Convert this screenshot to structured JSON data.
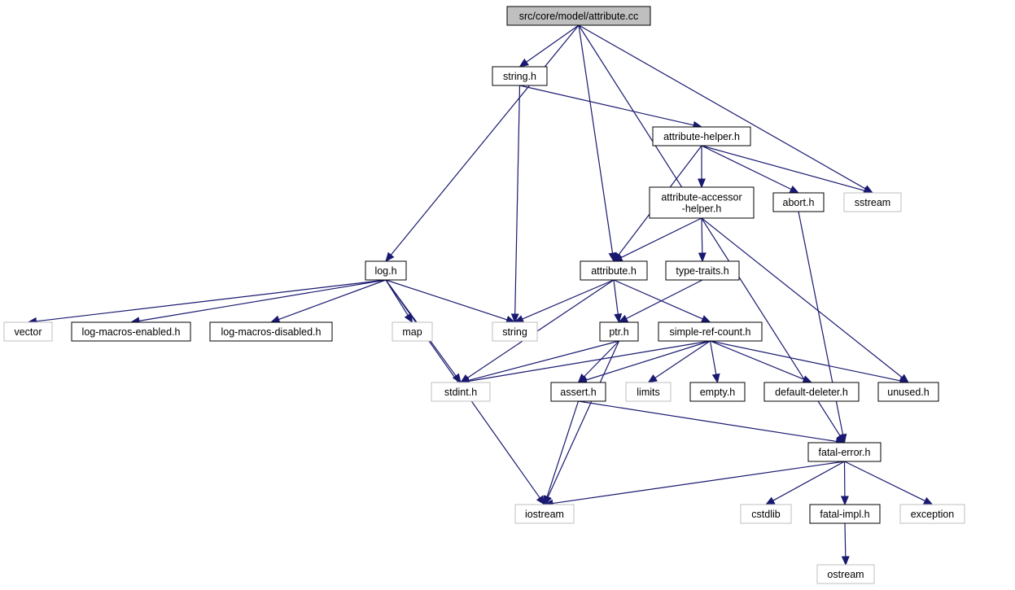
{
  "nodes": {
    "attribute_cc": {
      "label": "src/core/model/attribute.cc",
      "kind": "root"
    },
    "string_h": {
      "label": "string.h",
      "kind": "documented"
    },
    "attribute_helper_h": {
      "label": "attribute-helper.h",
      "kind": "documented"
    },
    "attribute_accessor_helper_h": {
      "label": "attribute-accessor\n-helper.h",
      "kind": "documented"
    },
    "abort_h": {
      "label": "abort.h",
      "kind": "documented"
    },
    "sstream": {
      "label": "sstream",
      "kind": "external"
    },
    "log_h": {
      "label": "log.h",
      "kind": "documented"
    },
    "attribute_h": {
      "label": "attribute.h",
      "kind": "documented"
    },
    "type_traits_h": {
      "label": "type-traits.h",
      "kind": "documented"
    },
    "vector": {
      "label": "vector",
      "kind": "external"
    },
    "log_macros_enabled_h": {
      "label": "log-macros-enabled.h",
      "kind": "documented"
    },
    "log_macros_disabled_h": {
      "label": "log-macros-disabled.h",
      "kind": "documented"
    },
    "map": {
      "label": "map",
      "kind": "external"
    },
    "string": {
      "label": "string",
      "kind": "external"
    },
    "ptr_h": {
      "label": "ptr.h",
      "kind": "documented"
    },
    "simple_ref_count_h": {
      "label": "simple-ref-count.h",
      "kind": "documented"
    },
    "stdint_h": {
      "label": "stdint.h",
      "kind": "external"
    },
    "assert_h": {
      "label": "assert.h",
      "kind": "documented"
    },
    "limits": {
      "label": "limits",
      "kind": "external"
    },
    "empty_h": {
      "label": "empty.h",
      "kind": "documented"
    },
    "default_deleter_h": {
      "label": "default-deleter.h",
      "kind": "documented"
    },
    "unused_h": {
      "label": "unused.h",
      "kind": "documented"
    },
    "fatal_error_h": {
      "label": "fatal-error.h",
      "kind": "documented"
    },
    "iostream": {
      "label": "iostream",
      "kind": "external"
    },
    "cstdlib": {
      "label": "cstdlib",
      "kind": "external"
    },
    "fatal_impl_h": {
      "label": "fatal-impl.h",
      "kind": "documented"
    },
    "exception": {
      "label": "exception",
      "kind": "external"
    },
    "ostream": {
      "label": "ostream",
      "kind": "external"
    }
  },
  "edges": [
    [
      "attribute_cc",
      "string_h"
    ],
    [
      "attribute_cc",
      "log_h"
    ],
    [
      "attribute_cc",
      "attribute_h"
    ],
    [
      "attribute_cc",
      "sstream"
    ],
    [
      "attribute_cc",
      "fatal_error_h"
    ],
    [
      "string_h",
      "attribute_helper_h"
    ],
    [
      "string_h",
      "string"
    ],
    [
      "attribute_helper_h",
      "attribute_accessor_helper_h"
    ],
    [
      "attribute_helper_h",
      "abort_h"
    ],
    [
      "attribute_helper_h",
      "sstream"
    ],
    [
      "attribute_helper_h",
      "attribute_h"
    ],
    [
      "attribute_accessor_helper_h",
      "attribute_h"
    ],
    [
      "attribute_accessor_helper_h",
      "type_traits_h"
    ],
    [
      "attribute_accessor_helper_h",
      "unused_h"
    ],
    [
      "abort_h",
      "fatal_error_h"
    ],
    [
      "log_h",
      "vector"
    ],
    [
      "log_h",
      "log_macros_enabled_h"
    ],
    [
      "log_h",
      "log_macros_disabled_h"
    ],
    [
      "log_h",
      "map"
    ],
    [
      "log_h",
      "string"
    ],
    [
      "log_h",
      "stdint_h"
    ],
    [
      "log_h",
      "iostream"
    ],
    [
      "attribute_h",
      "string"
    ],
    [
      "attribute_h",
      "ptr_h"
    ],
    [
      "attribute_h",
      "simple_ref_count_h"
    ],
    [
      "attribute_h",
      "stdint_h"
    ],
    [
      "type_traits_h",
      "ptr_h"
    ],
    [
      "ptr_h",
      "stdint_h"
    ],
    [
      "ptr_h",
      "assert_h"
    ],
    [
      "ptr_h",
      "iostream"
    ],
    [
      "simple_ref_count_h",
      "stdint_h"
    ],
    [
      "simple_ref_count_h",
      "assert_h"
    ],
    [
      "simple_ref_count_h",
      "limits"
    ],
    [
      "simple_ref_count_h",
      "empty_h"
    ],
    [
      "simple_ref_count_h",
      "default_deleter_h"
    ],
    [
      "simple_ref_count_h",
      "unused_h"
    ],
    [
      "assert_h",
      "fatal_error_h"
    ],
    [
      "assert_h",
      "iostream"
    ],
    [
      "fatal_error_h",
      "iostream"
    ],
    [
      "fatal_error_h",
      "cstdlib"
    ],
    [
      "fatal_error_h",
      "fatal_impl_h"
    ],
    [
      "fatal_error_h",
      "exception"
    ],
    [
      "fatal_impl_h",
      "ostream"
    ]
  ],
  "colors": {
    "edge": "#191970",
    "root_fill": "#bfbfbf",
    "root_border": "#000000",
    "documented_border": "#000000",
    "external_border": "#bfbfbf"
  }
}
